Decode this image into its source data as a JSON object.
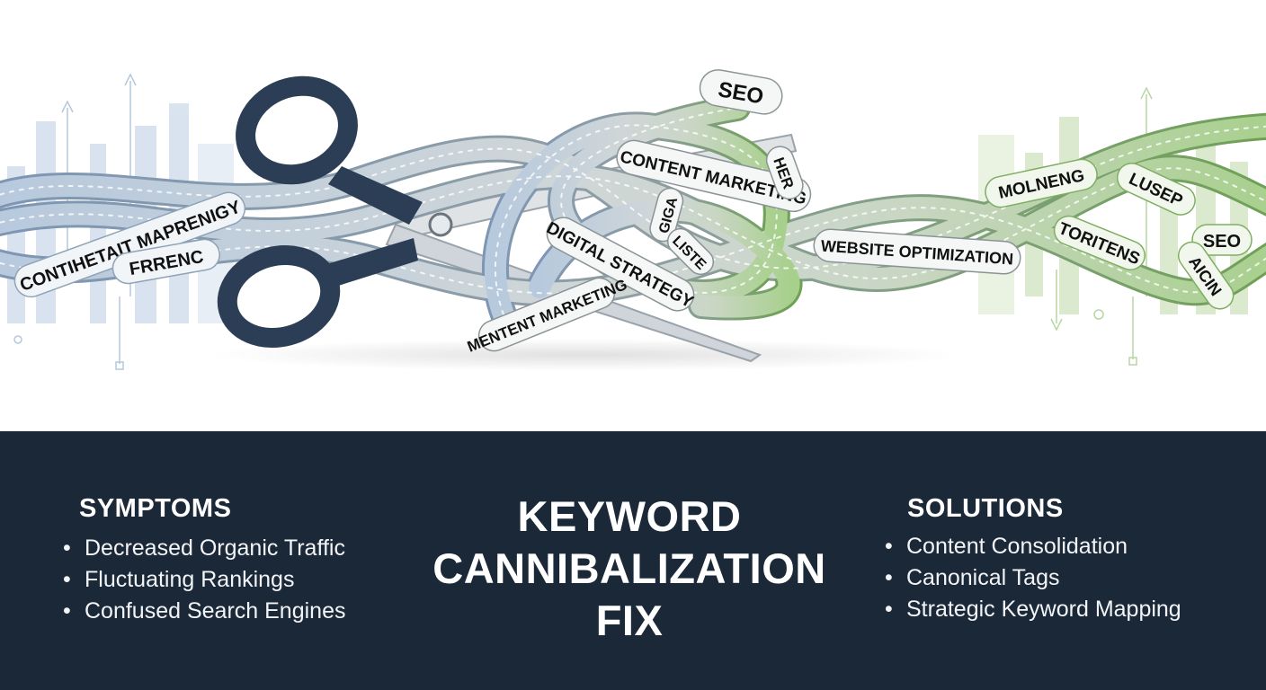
{
  "hero": {
    "rope_labels": [
      "CONTIHETAIT MAPRENIGY",
      "FRRENC",
      "SEO",
      "CONTENT MARKETING",
      "HER",
      "GIGA",
      "LISTE",
      "DIGITAL STRATEGY",
      "MENTENT MARKETING",
      "WEBSITE OPTIMIZATION",
      "MOLNENG",
      "LUSEP",
      "TORITENS",
      "SEO",
      "AICIN"
    ],
    "icons": [
      "scissors-icon"
    ],
    "colors": {
      "rope_left": "#b7c9dd",
      "rope_middle": "#cfd8d8",
      "rope_right": "#a8d08d",
      "scissor_handle": "#2c3e55"
    }
  },
  "bottom": {
    "symptoms": {
      "heading": "SYMPTOMS",
      "items": [
        "Decreased Organic Traffic",
        "Fluctuating Rankings",
        "Confused Search Engines"
      ]
    },
    "title_lines": [
      "KEYWORD",
      "CANNIBALIZATION",
      "FIX"
    ],
    "solutions": {
      "heading": "SOLUTIONS",
      "items": [
        "Content Consolidation",
        "Canonical Tags",
        "Strategic Keyword Mapping"
      ]
    },
    "background_color": "#1b2838"
  }
}
